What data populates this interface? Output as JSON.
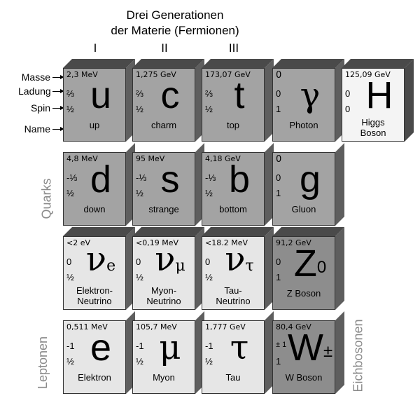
{
  "title": {
    "line1": "Drei Generationen",
    "line2": "der Materie (Fermionen)"
  },
  "generations": [
    "I",
    "II",
    "III"
  ],
  "row_labels": {
    "mass": "Masse",
    "charge": "Ladung",
    "spin": "Spin",
    "name": "Name"
  },
  "group_labels": {
    "quarks": "Quarks",
    "leptons": "Leptonen",
    "gauge_bosons": "Eichbosonen"
  },
  "particles": {
    "up": {
      "mass": "2,3 MeV",
      "charge": "⅔",
      "spin": "½",
      "symbol": "u",
      "name": "up"
    },
    "charm": {
      "mass": "1,275 GeV",
      "charge": "⅔",
      "spin": "½",
      "symbol": "c",
      "name": "charm"
    },
    "top": {
      "mass": "173,07 GeV",
      "charge": "⅔",
      "spin": "½",
      "symbol": "t",
      "name": "top"
    },
    "photon": {
      "mass": "0",
      "charge": "0",
      "spin": "1",
      "symbol": "γ",
      "name": "Photon"
    },
    "higgs": {
      "mass": "125,09 GeV",
      "charge": "0",
      "spin": "0",
      "symbol": "H",
      "name_1": "Higgs",
      "name_2": "Boson"
    },
    "down": {
      "mass": "4,8 MeV",
      "charge": "-⅓",
      "spin": "½",
      "symbol": "d",
      "name": "down"
    },
    "strange": {
      "mass": "95 MeV",
      "charge": "-⅓",
      "spin": "½",
      "symbol": "s",
      "name": "strange"
    },
    "bottom": {
      "mass": "4,18 GeV",
      "charge": "-⅓",
      "spin": "½",
      "symbol": "b",
      "name": "bottom"
    },
    "gluon": {
      "mass": "0",
      "charge": "0",
      "spin": "1",
      "symbol": "g",
      "name": "Gluon"
    },
    "nu_e": {
      "mass": "<2 eV",
      "charge": "0",
      "spin": "½",
      "symbol": "ν",
      "symbol_sub": "e",
      "name_1": "Elektron-",
      "name_2": "Neutrino"
    },
    "nu_mu": {
      "mass": "<0,19 MeV",
      "charge": "0",
      "spin": "½",
      "symbol": "ν",
      "symbol_sub": "μ",
      "name_1": "Myon-",
      "name_2": "Neutrino"
    },
    "nu_tau": {
      "mass": "<18.2 MeV",
      "charge": "0",
      "spin": "½",
      "symbol": "ν",
      "symbol_sub": "τ",
      "name_1": "Tau-",
      "name_2": "Neutrino"
    },
    "z": {
      "mass": "91,2 GeV",
      "charge": "0",
      "spin": "1",
      "symbol": "Z",
      "symbol_sup": "0",
      "name": "Z Boson"
    },
    "electron": {
      "mass": "0,511 MeV",
      "charge": "-1",
      "spin": "½",
      "symbol": "e",
      "name": "Elektron"
    },
    "muon": {
      "mass": "105,7 MeV",
      "charge": "-1",
      "spin": "½",
      "symbol": "μ",
      "name": "Myon"
    },
    "tau": {
      "mass": "1,777 GeV",
      "charge": "-1",
      "spin": "½",
      "symbol": "τ",
      "name": "Tau"
    },
    "w": {
      "mass": "80,4 GeV",
      "charge": "± 1",
      "spin": "1",
      "symbol": "W",
      "symbol_sup": "±",
      "name": "W Boson"
    }
  }
}
